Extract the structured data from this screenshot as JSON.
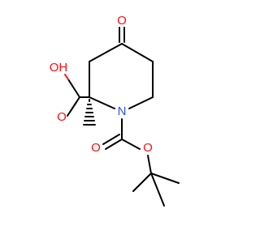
{
  "molecule": {
    "atoms": {
      "ketone_oxygen": "O",
      "acid_hydroxyl": "OH",
      "acid_carbonyl_oxygen": "O",
      "ring_nitrogen": "N",
      "carbamate_carbonyl_oxygen": "O",
      "ester_oxygen": "O"
    },
    "colors": {
      "carbon_bond": "#000000",
      "oxygen": "#ff0d0d",
      "nitrogen": "#3050f8",
      "background": "#ffffff"
    },
    "stereo": {
      "chiral_center_wedge": "hashed"
    }
  }
}
